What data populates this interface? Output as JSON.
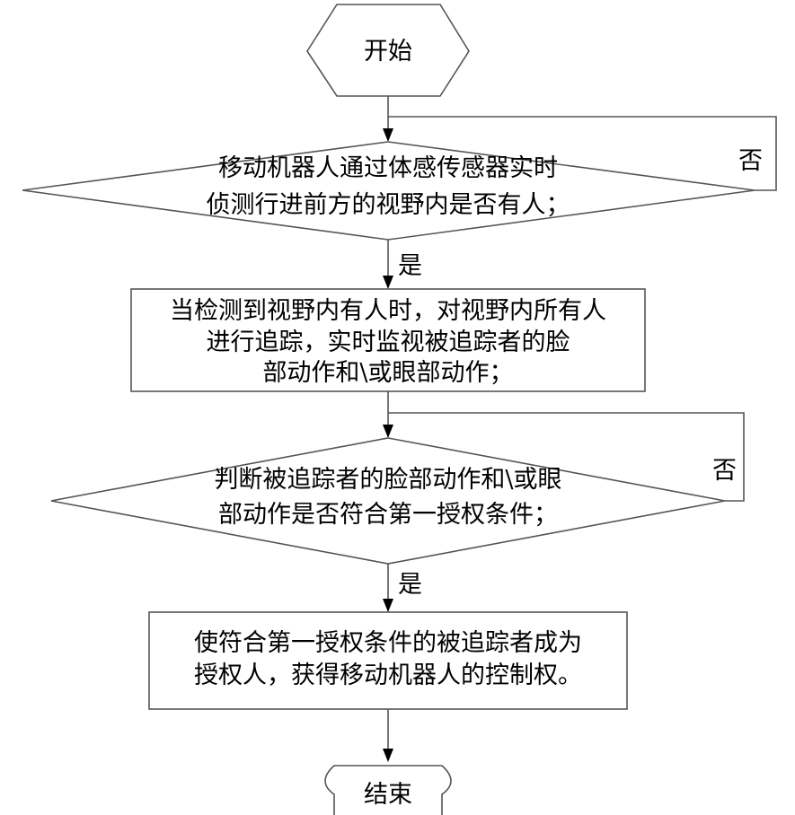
{
  "nodes": {
    "start": {
      "lines": [
        "开始"
      ]
    },
    "detect": {
      "lines": [
        "移动机器人通过体感传感器实时",
        "侦测行进前方的视野内是否有人；"
      ]
    },
    "track": {
      "lines": [
        "当检测到视野内有人时，对视野内所有人",
        "进行追踪，实时监视被追踪者的脸",
        "部动作和\\或眼部动作；"
      ]
    },
    "judge": {
      "lines": [
        "判断被追踪者的脸部动作和\\或眼",
        "部动作是否符合第一授权条件；"
      ]
    },
    "authorize": {
      "lines": [
        "使符合第一授权条件的被追踪者成为",
        "授权人，获得移动机器人的控制权。"
      ]
    },
    "end": {
      "lines": [
        "结束"
      ]
    }
  },
  "edges": {
    "detect_no": "否",
    "detect_yes": "是",
    "judge_no": "否",
    "judge_yes": "是"
  }
}
